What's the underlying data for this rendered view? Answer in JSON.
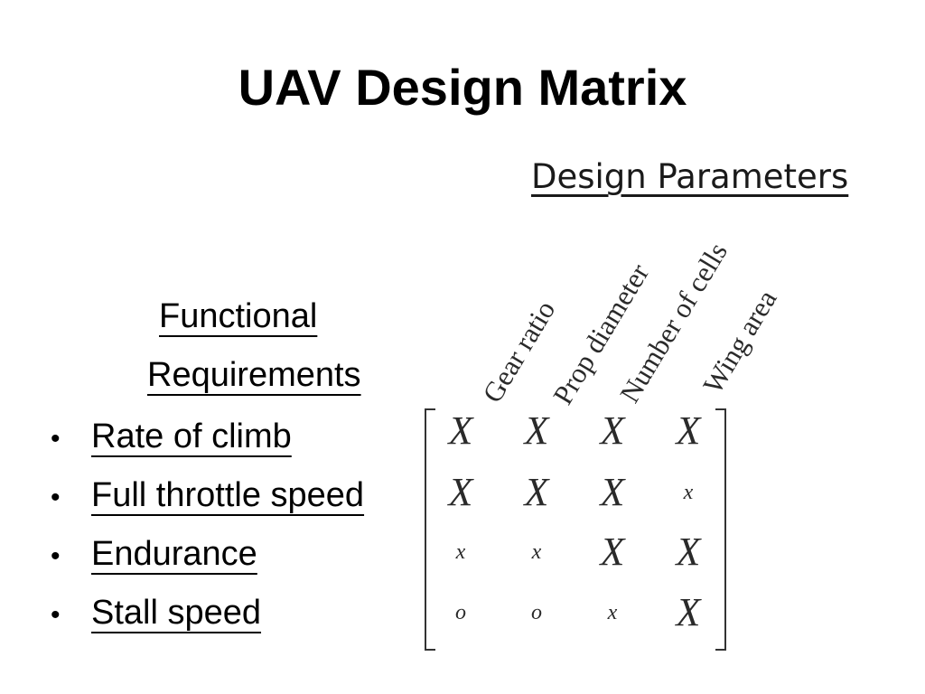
{
  "slide": {
    "title": "UAV Design Matrix"
  },
  "requirements": {
    "heading_line1": "Functional",
    "heading_line2": "Requirements",
    "bullet": "•",
    "items": [
      {
        "label": "Rate of climb"
      },
      {
        "label": "Full throttle speed"
      },
      {
        "label": "Endurance"
      },
      {
        "label": "Stall speed"
      }
    ]
  },
  "parameters": {
    "heading": "Design Parameters",
    "columns": [
      "Gear ratio",
      "Prop diameter",
      "Number of cells",
      "Wing area"
    ]
  },
  "matrix": {
    "rows": [
      [
        {
          "v": "X",
          "size": "big"
        },
        {
          "v": "X",
          "size": "big"
        },
        {
          "v": "X",
          "size": "big"
        },
        {
          "v": "X",
          "size": "big"
        }
      ],
      [
        {
          "v": "X",
          "size": "big"
        },
        {
          "v": "X",
          "size": "big"
        },
        {
          "v": "X",
          "size": "big"
        },
        {
          "v": "x",
          "size": "small"
        }
      ],
      [
        {
          "v": "x",
          "size": "small"
        },
        {
          "v": "x",
          "size": "small"
        },
        {
          "v": "X",
          "size": "big"
        },
        {
          "v": "X",
          "size": "big"
        }
      ],
      [
        {
          "v": "o",
          "size": "small"
        },
        {
          "v": "o",
          "size": "small"
        },
        {
          "v": "x",
          "size": "small"
        },
        {
          "v": "X",
          "size": "big"
        }
      ]
    ]
  }
}
